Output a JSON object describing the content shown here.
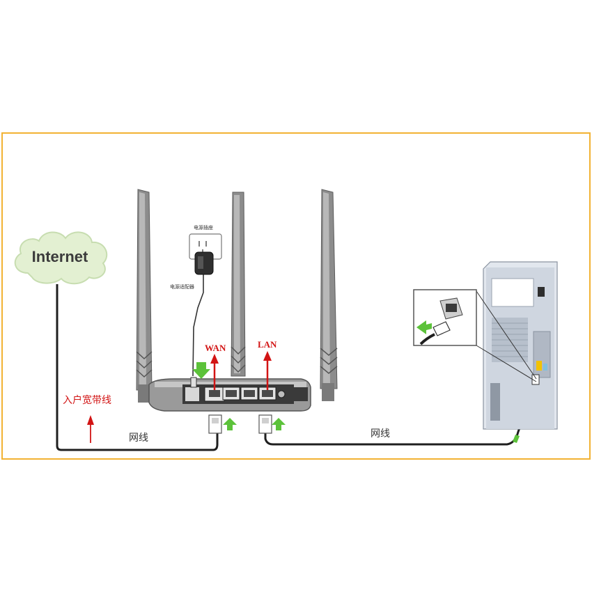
{
  "cloud": {
    "label": "Internet"
  },
  "ports": {
    "wan_label": "WAN",
    "lan_label": "LAN"
  },
  "cables": {
    "broadband_label": "入户宽带线",
    "router_cable_label": "网线",
    "pc_cable_label": "网线"
  },
  "power": {
    "outlet_label": "电源插座",
    "adapter_label": "电源适配器"
  },
  "colors": {
    "frame_border": "#f2b233",
    "arrow_red": "#d21414",
    "arrow_green": "#5cc23a",
    "cloud_fill": "#e3f0d2"
  }
}
